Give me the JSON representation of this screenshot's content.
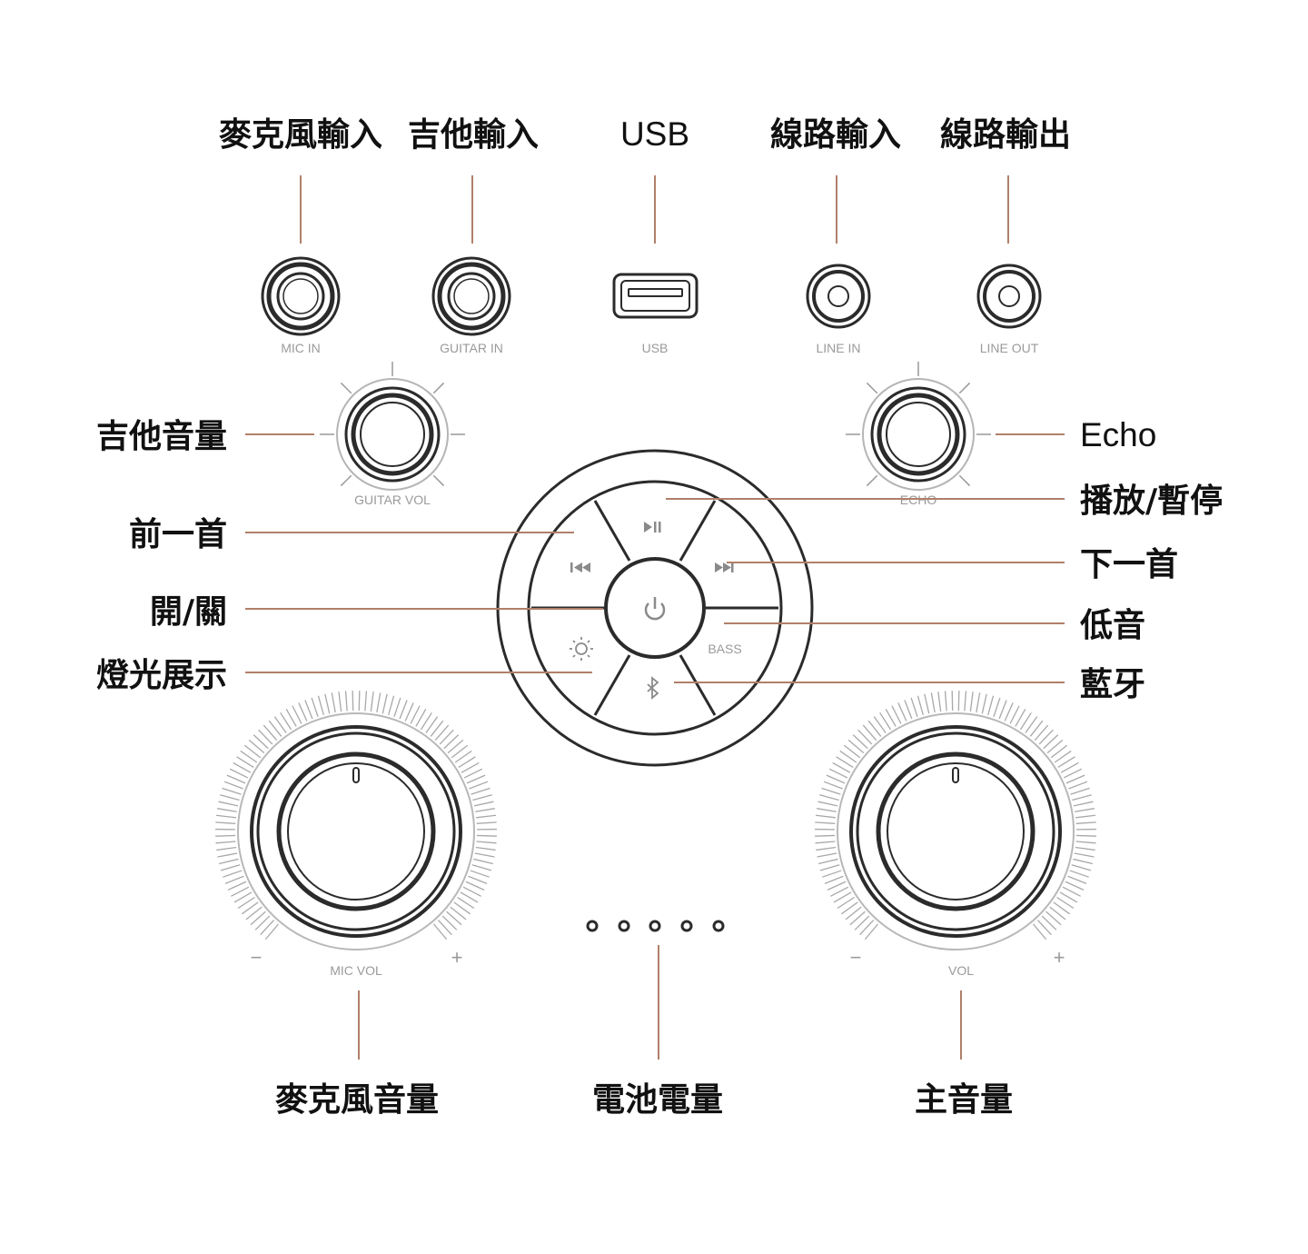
{
  "colors": {
    "leader": "#b0806a",
    "device": "#2b2b2b",
    "panel_text": "#9a9a9a",
    "callout_text": "#111111"
  },
  "callouts": {
    "mic_in": "麥克風輸入",
    "guitar_in": "吉他輸入",
    "usb": "USB",
    "line_in": "線路輸入",
    "line_out": "線路輸出",
    "guitar_vol": "吉他音量",
    "echo": "Echo",
    "previous": "前一首",
    "power": "開/關",
    "light_show": "燈光展示",
    "play_pause": "播放/暫停",
    "next": "下一首",
    "bass": "低音",
    "bluetooth": "藍牙",
    "mic_vol": "麥克風音量",
    "battery": "電池電量",
    "master_vol": "主音量"
  },
  "panel_labels": {
    "mic_in": "MIC IN",
    "guitar_in": "GUITAR IN",
    "usb": "USB",
    "line_in": "LINE IN",
    "line_out": "LINE OUT",
    "guitar_vol": "GUITAR VOL",
    "echo": "ECHO",
    "bass": "BASS",
    "mic_vol": "MIC VOL",
    "vol": "VOL",
    "minus": "−",
    "plus": "+"
  },
  "icons": [
    "play-pause-icon",
    "previous-icon",
    "next-icon",
    "power-icon",
    "light-icon",
    "bluetooth-icon"
  ]
}
